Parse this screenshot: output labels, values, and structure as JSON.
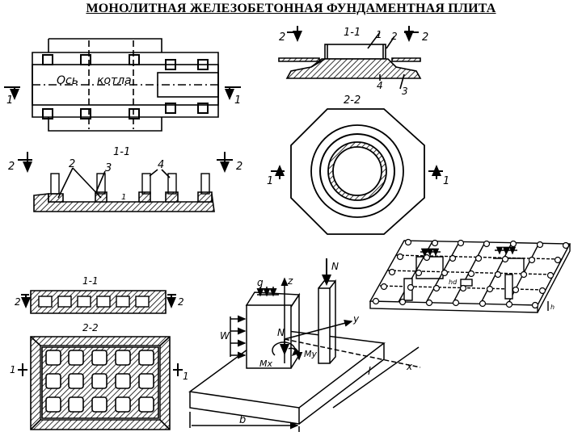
{
  "title": "МОНОЛИТНАЯ ЖЕЛЕЗОБЕТОННАЯ ФУНДАМЕНТНАЯ ПЛИТА",
  "plan": {
    "axis_label": "Ось",
    "boiler_label": "котла",
    "sec_left": "1",
    "sec_right": "1"
  },
  "section_a": {
    "title": "1-1",
    "num1": "2",
    "num2": "3",
    "num3": "4",
    "num4": "1",
    "cut_left": "2",
    "cut_right": "2"
  },
  "section_b": {
    "title": "1-1",
    "num1": "1",
    "num2": "2",
    "num3": "3",
    "num4": "4",
    "cut_left": "2",
    "cut_right": "2"
  },
  "octagon": {
    "title": "2-2",
    "cut_left": "1",
    "cut_right": "1"
  },
  "hollow": {
    "title1": "1-1",
    "title2": "2-2",
    "cut_left": "2",
    "cut_right": "2",
    "cut2_left": "1",
    "cut2_right": "1"
  },
  "scheme3d": {
    "N_top": "N",
    "q": "q",
    "z": "z",
    "W": "W",
    "N_mid": "N",
    "y": "y",
    "Mx": "Mx",
    "My": "My",
    "l": "l",
    "x": "x",
    "b": "b"
  },
  "grid3d": {
    "h": "h",
    "hd": "hd"
  }
}
